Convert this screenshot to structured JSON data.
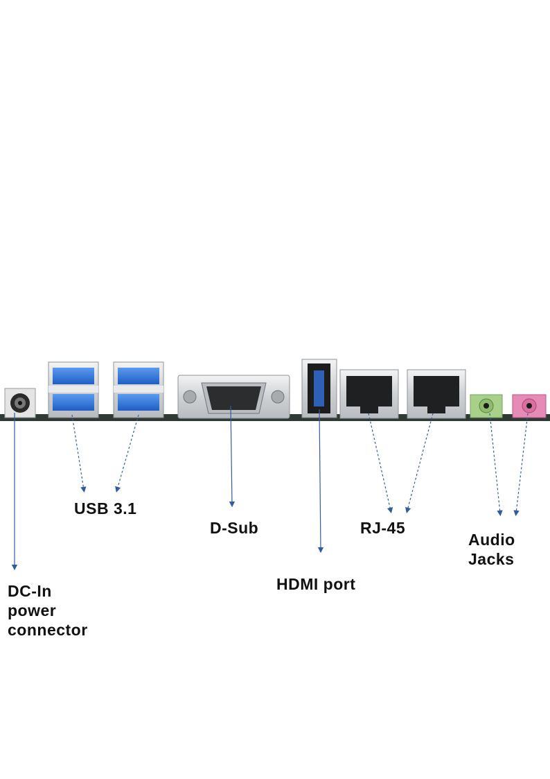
{
  "labels": {
    "dc_in": [
      "DC-In",
      "power",
      "connector"
    ],
    "usb": "USB 3.1",
    "dsub": "D-Sub",
    "hdmi": "HDMI port",
    "rj45": "RJ-45",
    "audio": [
      "Audio",
      "Jacks"
    ]
  },
  "colors": {
    "arrow": "#2e5d9e",
    "usb_blue": "#2e6fd3",
    "audio_green": "#a9d08a",
    "audio_pink": "#e68bb8",
    "board": "#2f3a34",
    "metal": "#d7d9db"
  }
}
